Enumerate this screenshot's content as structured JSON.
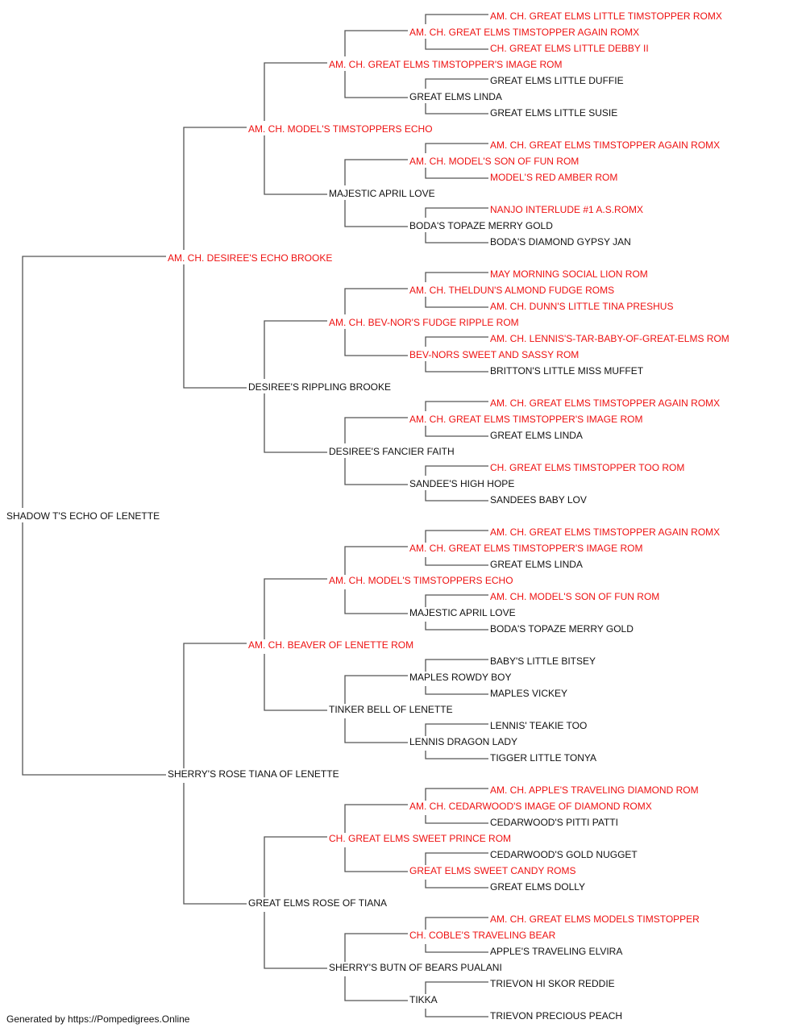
{
  "colors": {
    "line": "#555555",
    "normal": "#111111",
    "champion": "#ee1111"
  },
  "pedigree": {
    "name": "SHADOW T'S ECHO OF LENETTE",
    "champion": false,
    "sire": {
      "name": "AM. CH. DESIREE'S ECHO BROOKE",
      "champion": true,
      "sire": {
        "name": "AM. CH. MODEL'S TIMSTOPPERS ECHO",
        "champion": true,
        "sire": {
          "name": "AM. CH. GREAT ELMS TIMSTOPPER'S IMAGE ROM",
          "champion": true,
          "sire": {
            "name": "AM. CH. GREAT ELMS TIMSTOPPER AGAIN ROMX",
            "champion": true,
            "sire": {
              "name": "AM. CH. GREAT ELMS LITTLE TIMSTOPPER ROMX",
              "champion": true
            },
            "dam": {
              "name": "CH. GREAT ELMS LITTLE DEBBY II",
              "champion": true
            }
          },
          "dam": {
            "name": "GREAT ELMS LINDA",
            "champion": false,
            "sire": {
              "name": "GREAT ELMS LITTLE DUFFIE",
              "champion": false
            },
            "dam": {
              "name": "GREAT ELMS LITTLE SUSIE",
              "champion": false
            }
          }
        },
        "dam": {
          "name": "MAJESTIC APRIL LOVE",
          "champion": false,
          "sire": {
            "name": "AM. CH. MODEL'S SON OF FUN ROM",
            "champion": true,
            "sire": {
              "name": "AM. CH. GREAT ELMS TIMSTOPPER AGAIN ROMX",
              "champion": true
            },
            "dam": {
              "name": "MODEL'S RED AMBER ROM",
              "champion": true
            }
          },
          "dam": {
            "name": "BODA'S TOPAZE MERRY GOLD",
            "champion": false,
            "sire": {
              "name": "NANJO INTERLUDE #1 A.S.ROMX",
              "champion": true
            },
            "dam": {
              "name": "BODA'S DIAMOND GYPSY JAN",
              "champion": false
            }
          }
        }
      },
      "dam": {
        "name": "DESIREE'S RIPPLING BROOKE",
        "champion": false,
        "sire": {
          "name": "AM. CH. BEV-NOR'S FUDGE RIPPLE ROM",
          "champion": true,
          "sire": {
            "name": "AM. CH. THELDUN'S ALMOND FUDGE ROMS",
            "champion": true,
            "sire": {
              "name": "MAY MORNING SOCIAL LION ROM",
              "champion": true
            },
            "dam": {
              "name": "AM. CH. DUNN'S LITTLE TINA PRESHUS",
              "champion": true
            }
          },
          "dam": {
            "name": "BEV-NORS SWEET AND SASSY ROM",
            "champion": true,
            "sire": {
              "name": "AM. CH. LENNIS'S-TAR-BABY-OF-GREAT-ELMS ROM",
              "champion": true
            },
            "dam": {
              "name": "BRITTON'S LITTLE MISS MUFFET",
              "champion": false
            }
          }
        },
        "dam": {
          "name": "DESIREE'S FANCIER FAITH",
          "champion": false,
          "sire": {
            "name": "AM. CH. GREAT ELMS TIMSTOPPER'S IMAGE ROM",
            "champion": true,
            "sire": {
              "name": "AM. CH. GREAT ELMS TIMSTOPPER AGAIN ROMX",
              "champion": true
            },
            "dam": {
              "name": "GREAT ELMS LINDA",
              "champion": false
            }
          },
          "dam": {
            "name": "SANDEE'S HIGH HOPE",
            "champion": false,
            "sire": {
              "name": "CH. GREAT ELMS TIMSTOPPER TOO ROM",
              "champion": true
            },
            "dam": {
              "name": "SANDEES BABY LOV",
              "champion": false
            }
          }
        }
      }
    },
    "dam": {
      "name": "SHERRY'S ROSE TIANA OF LENETTE",
      "champion": false,
      "sire": {
        "name": "AM. CH. BEAVER OF LENETTE ROM",
        "champion": true,
        "sire": {
          "name": "AM. CH. MODEL'S TIMSTOPPERS ECHO",
          "champion": true,
          "sire": {
            "name": "AM. CH. GREAT ELMS TIMSTOPPER'S IMAGE ROM",
            "champion": true,
            "sire": {
              "name": "AM. CH. GREAT ELMS TIMSTOPPER AGAIN ROMX",
              "champion": true
            },
            "dam": {
              "name": "GREAT ELMS LINDA",
              "champion": false
            }
          },
          "dam": {
            "name": "MAJESTIC APRIL LOVE",
            "champion": false,
            "sire": {
              "name": "AM. CH. MODEL'S SON OF FUN ROM",
              "champion": true
            },
            "dam": {
              "name": "BODA'S TOPAZE MERRY GOLD",
              "champion": false
            }
          }
        },
        "dam": {
          "name": "TINKER BELL OF LENETTE",
          "champion": false,
          "sire": {
            "name": "MAPLES ROWDY BOY",
            "champion": false,
            "sire": {
              "name": "BABY'S LITTLE BITSEY",
              "champion": false
            },
            "dam": {
              "name": "MAPLES VICKEY",
              "champion": false
            }
          },
          "dam": {
            "name": "LENNIS DRAGON LADY",
            "champion": false,
            "sire": {
              "name": "LENNIS' TEAKIE TOO",
              "champion": false
            },
            "dam": {
              "name": "TIGGER LITTLE TONYA",
              "champion": false
            }
          }
        }
      },
      "dam": {
        "name": "GREAT ELMS ROSE OF TIANA",
        "champion": false,
        "sire": {
          "name": "CH. GREAT ELMS SWEET PRINCE ROM",
          "champion": true,
          "sire": {
            "name": "AM. CH. CEDARWOOD'S IMAGE OF DIAMOND ROMX",
            "champion": true,
            "sire": {
              "name": "AM. CH. APPLE'S TRAVELING DIAMOND ROM",
              "champion": true
            },
            "dam": {
              "name": "CEDARWOOD'S PITTI PATTI",
              "champion": false
            }
          },
          "dam": {
            "name": "GREAT ELMS SWEET CANDY ROMS",
            "champion": true,
            "sire": {
              "name": "CEDARWOOD'S GOLD NUGGET",
              "champion": false
            },
            "dam": {
              "name": "GREAT ELMS DOLLY",
              "champion": false
            }
          }
        },
        "dam": {
          "name": "SHERRY'S BUTN OF BEARS PUALANI",
          "champion": false,
          "sire": {
            "name": "CH. COBLE'S TRAVELING BEAR",
            "champion": true,
            "sire": {
              "name": "AM. CH. GREAT ELMS MODELS TIMSTOPPER",
              "champion": true
            },
            "dam": {
              "name": "APPLE'S TRAVELING ELVIRA",
              "champion": false
            }
          },
          "dam": {
            "name": "TIKKA",
            "champion": false,
            "sire": {
              "name": "TRIEVON HI SKOR REDDIE",
              "champion": false
            },
            "dam": {
              "name": "TRIEVON PRECIOUS PEACH",
              "champion": false
            }
          }
        }
      }
    }
  },
  "footer": {
    "text": "Generated by https://Pompedigrees.Online"
  }
}
